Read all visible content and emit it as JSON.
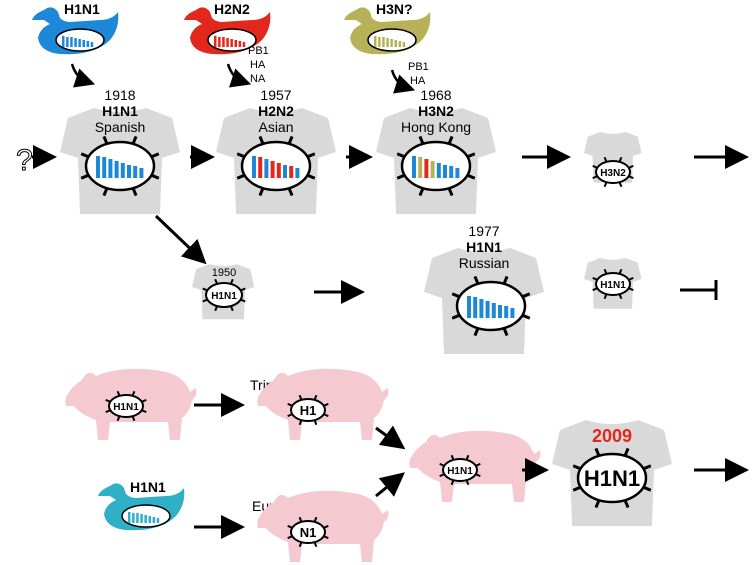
{
  "colors": {
    "duck_h1n1": "#1e88d8",
    "duck_h2n2": "#e2271c",
    "duck_h3": "#b7b25a",
    "duck_teal": "#2fb0c6",
    "shirt": "#d9d9d9",
    "pig": "#f4c9cf",
    "year_2009": "#e2271c",
    "bar_blue": "#1e88d8",
    "bar_red": "#e2271c",
    "bar_olive": "#b7b25a"
  },
  "birds": {
    "top_h1n1": {
      "label": "H1N1"
    },
    "top_h2n2": {
      "label": "H2N2",
      "segments": [
        "PB1",
        "HA",
        "NA"
      ]
    },
    "top_h3": {
      "label": "H3N?",
      "segments": [
        "PB1",
        "HA"
      ]
    },
    "bottom_h1n1": {
      "label": "H1N1"
    }
  },
  "pandemics": [
    {
      "year": "1918",
      "subtype": "H1N1",
      "name": "Spanish"
    },
    {
      "year": "1957",
      "subtype": "H2N2",
      "name": "Asian"
    },
    {
      "year": "1968",
      "subtype": "H3N2",
      "name": "Hong Kong"
    },
    {
      "year": "1977",
      "subtype": "H1N1",
      "name": "Russian"
    }
  ],
  "small_viruses": {
    "h3n2": "H3N2",
    "h1n1_1950": "H1N1",
    "h1n1_1950_year": "1950",
    "h1n1_right": "H1N1"
  },
  "origin_mark": "?",
  "swine": {
    "pig1_label": "H1N1",
    "triple_label": "Triple reassortant",
    "triple_virus": "H1",
    "eurasian_label": "Eurasian avian-like",
    "eurasian_virus": "N1",
    "reassortant_virus": "H1N1"
  },
  "pandemic_2009": {
    "year": "2009",
    "subtype": "H1N1"
  }
}
